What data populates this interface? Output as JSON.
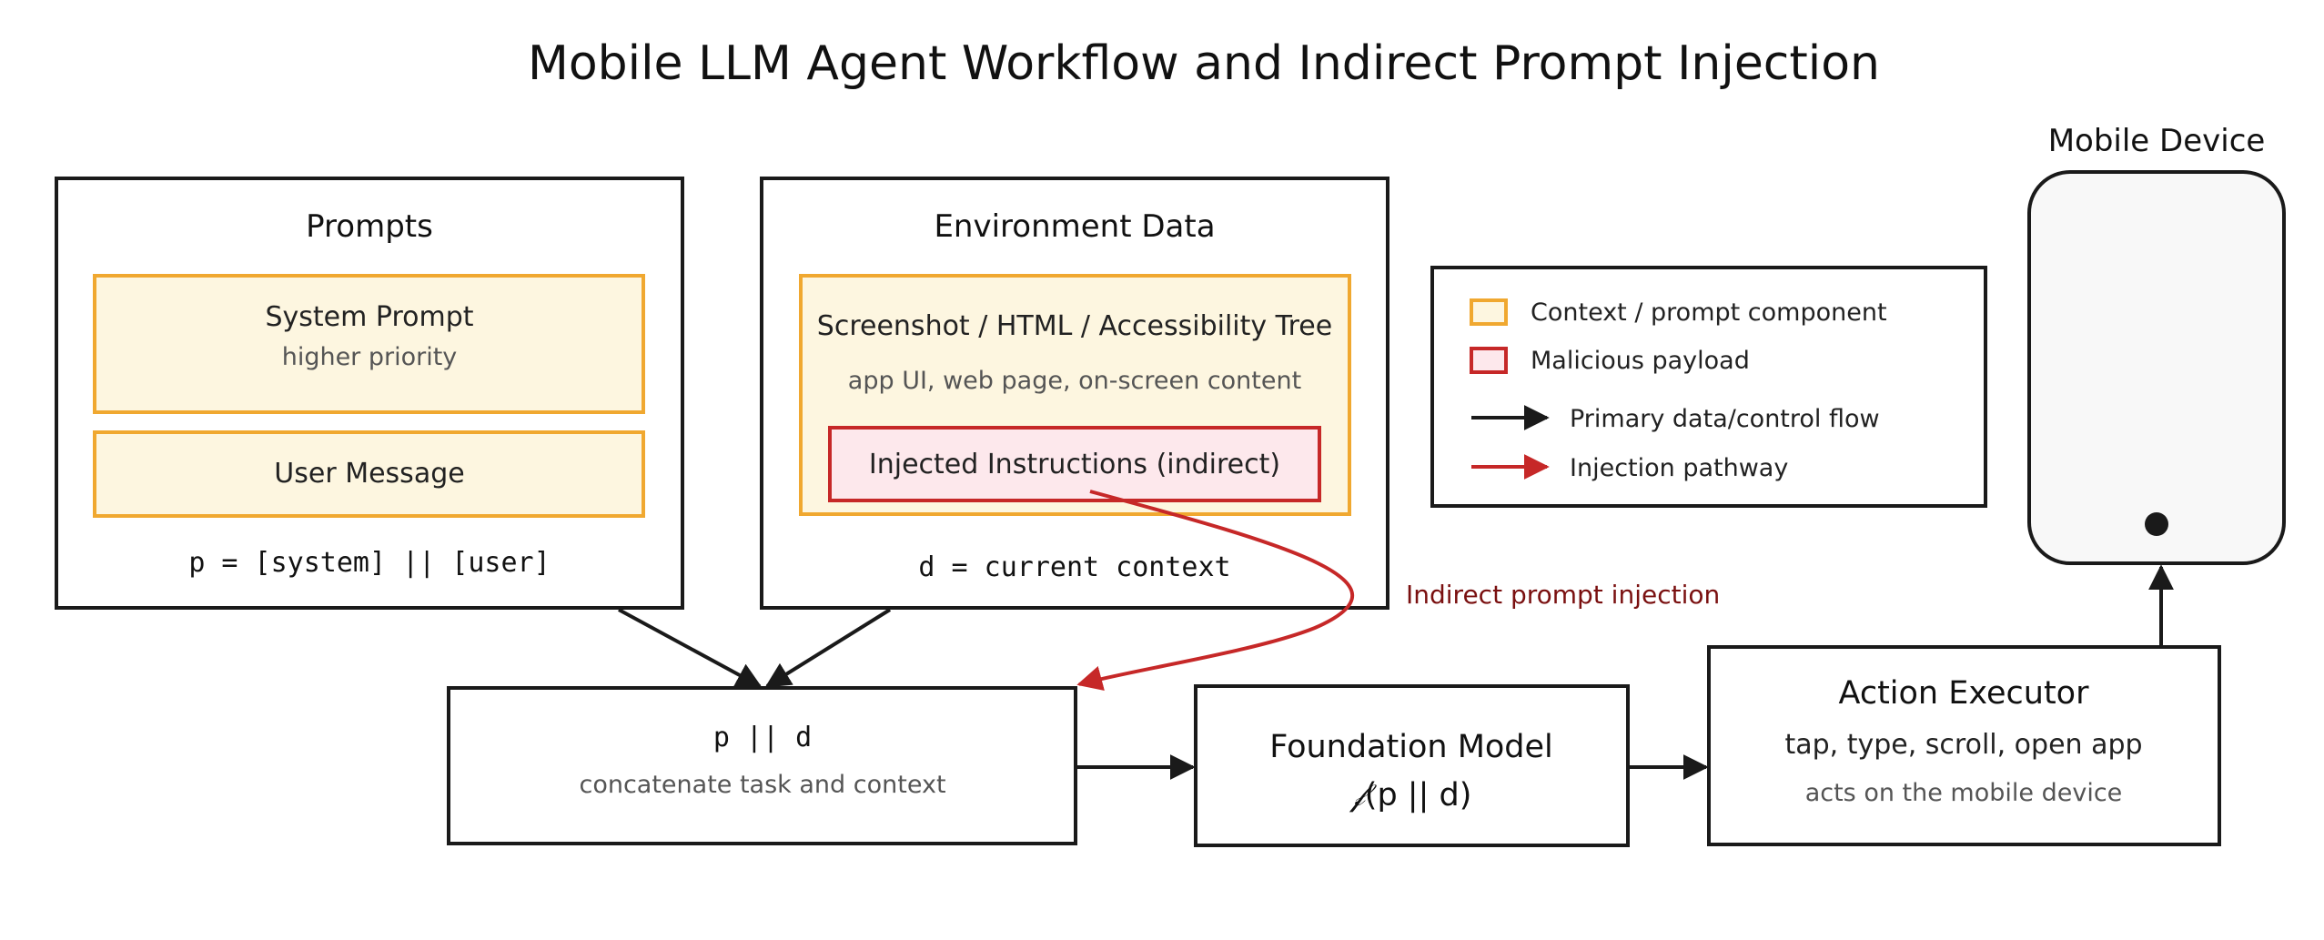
{
  "title": "Mobile LLM Agent Workflow and Indirect Prompt Injection",
  "colors": {
    "context_border": "#f0a830",
    "context_fill": "#fdf6e0",
    "malicious_border": "#c62828",
    "malicious_fill": "#fde8ec",
    "flow": "#1a1a1a",
    "injection": "#c62828",
    "injection_label": "#7a1010"
  },
  "prompts": {
    "heading": "Prompts",
    "system_prompt": "System Prompt",
    "system_priority": "higher priority",
    "user_message": "User Message",
    "formula": "p = [system] || [user]"
  },
  "environment": {
    "heading": "Environment Data",
    "sources": "Screenshot / HTML / Accessibility Tree",
    "sources_desc": "app UI, web page, on-screen content",
    "injected": "Injected Instructions (indirect)",
    "formula": "d = current context"
  },
  "legend": {
    "context": "Context / prompt component",
    "malicious": "Malicious payload",
    "primary_flow": "Primary data/control flow",
    "injection": "Injection pathway"
  },
  "device": {
    "label": "Mobile Device"
  },
  "concat": {
    "formula": "p || d",
    "desc": "concatenate task and context"
  },
  "model": {
    "heading": "Foundation Model",
    "formula_symbol": "𝒻",
    "formula_rest": "(p || d)"
  },
  "executor": {
    "heading": "Action Executor",
    "actions": "tap, type, scroll, open app",
    "desc": "acts on the mobile device"
  },
  "injection_label": "Indirect prompt injection"
}
